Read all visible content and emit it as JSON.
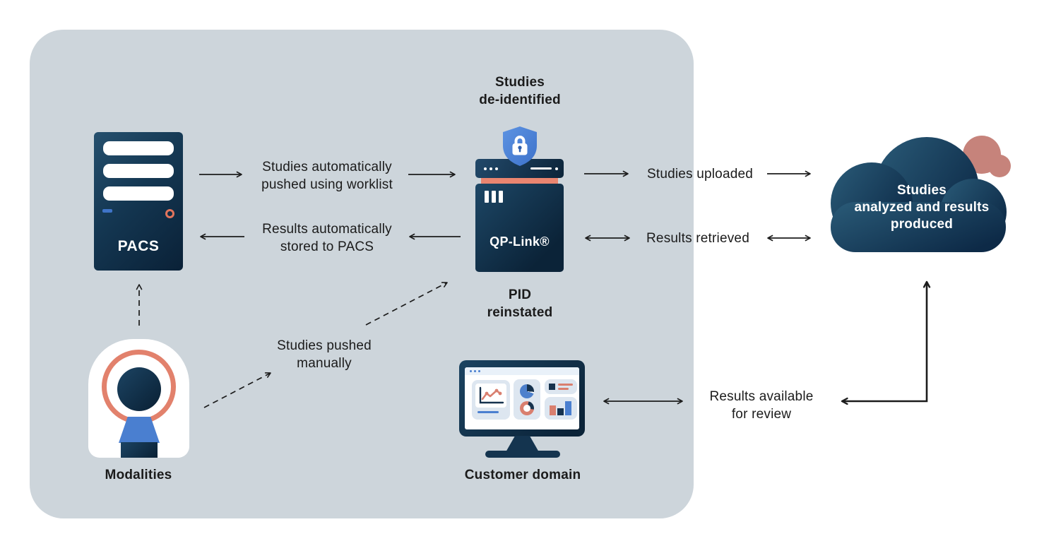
{
  "palette": {
    "boundary_bg": "#cdd5db",
    "navy_light": "#1d4766",
    "navy_dark": "#0b2338",
    "blue": "#4a7fd0",
    "shield_blue": "#4c84d8",
    "salmon": "#e2816b",
    "salmon_band": "#ea8570",
    "salmon_muted": "#c6837b",
    "arrow_color": "#1c1c1c",
    "text_color": "#1b1b1b"
  },
  "nodes": {
    "pacs": {
      "label": "PACS"
    },
    "qplink": {
      "label": "QP-Link®",
      "above": {
        "line1": "Studies",
        "line2": "de-identified"
      },
      "below": {
        "line1": "PID",
        "line2": "reinstated"
      }
    },
    "modalities": {
      "label": "Modalities"
    },
    "customer_domain": {
      "label": "Customer domain"
    },
    "cloud": {
      "line1": "Studies",
      "line2": "analyzed and results",
      "line3": "produced"
    }
  },
  "flows": {
    "studies_auto": {
      "line1": "Studies automatically",
      "line2": "pushed using worklist"
    },
    "results_auto": {
      "line1": "Results automatically",
      "line2": "stored to PACS"
    },
    "studies_uploaded": {
      "line1": "Studies uploaded"
    },
    "results_retrieved": {
      "line1": "Results retrieved"
    },
    "studies_manual": {
      "line1": "Studies pushed",
      "line2": "manually"
    },
    "results_available": {
      "line1": "Results available",
      "line2": "for review"
    }
  }
}
